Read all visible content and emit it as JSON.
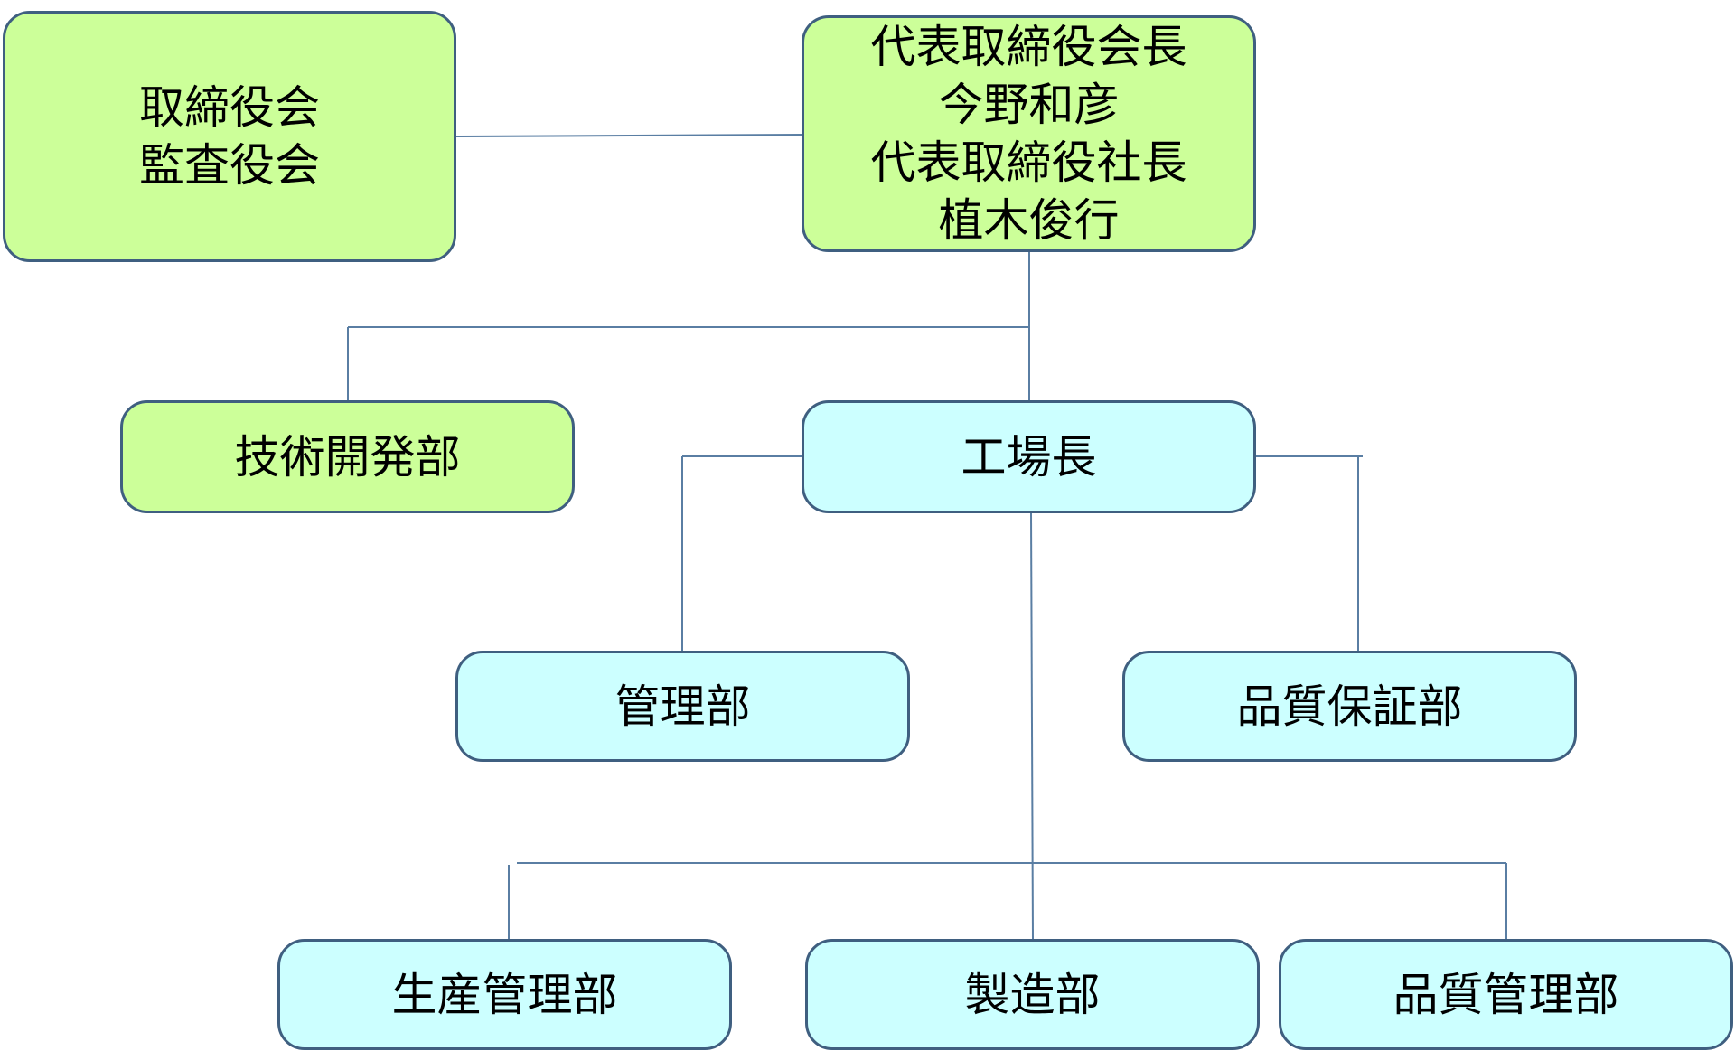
{
  "chart": {
    "nodes": {
      "board": {
        "label": "取締役会\n監査役会"
      },
      "ceo": {
        "label": "代表取締役会長\n今野和彦\n代表取締役社長\n植木俊行"
      },
      "tech": {
        "label": "技術開発部"
      },
      "plant": {
        "label": "工場長"
      },
      "admin": {
        "label": "管理部"
      },
      "qa": {
        "label": "品質保証部"
      },
      "prodmgmt": {
        "label": "生産管理部"
      },
      "mfg": {
        "label": "製造部"
      },
      "qc": {
        "label": "品質管理部"
      }
    },
    "edges": [
      [
        "board",
        "ceo"
      ],
      [
        "ceo",
        "tech"
      ],
      [
        "ceo",
        "plant"
      ],
      [
        "plant",
        "admin"
      ],
      [
        "plant",
        "qa"
      ],
      [
        "plant",
        "prodmgmt"
      ],
      [
        "plant",
        "mfg"
      ],
      [
        "plant",
        "qc"
      ]
    ],
    "colors": {
      "executive_fill": "#ccff99",
      "plant_fill": "#ccffff",
      "border": "#3f5f80",
      "connector": "#5a7ea3"
    }
  }
}
